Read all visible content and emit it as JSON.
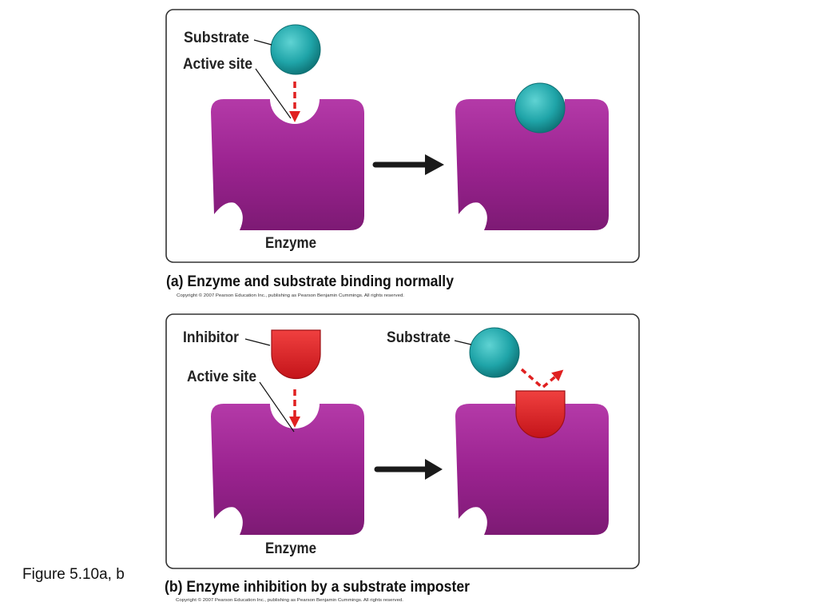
{
  "panel_a": {
    "labels": {
      "substrate": "Substrate",
      "active_site": "Active site",
      "enzyme": "Enzyme"
    },
    "caption": "(a)  Enzyme and substrate binding normally",
    "copyright": "Copyright © 2007 Pearson Education Inc., publishing as Pearson Benjamin Cummings. All rights reserved."
  },
  "panel_b": {
    "labels": {
      "inhibitor": "Inhibitor",
      "active_site": "Active site",
      "substrate": "Substrate",
      "enzyme": "Enzyme"
    },
    "caption": "(b)  Enzyme inhibition by a substrate imposter",
    "copyright": "Copyright © 2007 Pearson Education Inc., publishing as Pearson Benjamin Cummings. All rights reserved."
  },
  "figure_label": "Figure 5.10a, b",
  "colors": {
    "enzyme": "#9B2390",
    "substrate": "#1FA4A8",
    "inhibitor": "#E01E24",
    "arrow": "#1a1a1a",
    "dashed_arrow": "#E02020",
    "panel_border": "#333333"
  }
}
